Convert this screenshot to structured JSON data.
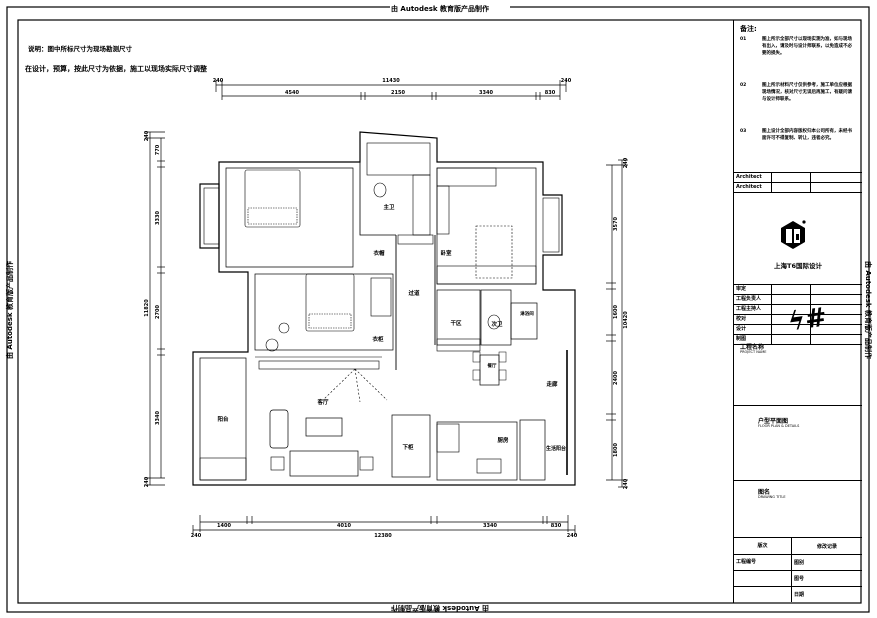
{
  "watermark": "由 Autodesk 教育版产品制作",
  "notes": {
    "line1": "说明：图中所标尺寸为现场勘测尺寸",
    "line2": "在设计，预算，按此尺寸为依据，施工以现场实际尺寸调整"
  },
  "dimensions": {
    "top": {
      "total": "11430",
      "wall_left": "240",
      "wall_right": "240",
      "segments": [
        "4540",
        "2150",
        "3340",
        "830"
      ]
    },
    "bottom": {
      "total": "12380",
      "wall_left": "240",
      "wall_right": "240",
      "segments": [
        "1400",
        "4010",
        "3340",
        "830"
      ]
    },
    "left": {
      "total": "11820",
      "wall_top": "240",
      "wall_bottom": "240",
      "segments": [
        "770",
        "3330",
        "2700",
        "3340"
      ]
    },
    "right": {
      "total": "10420",
      "wall_top": "240",
      "wall_bottom": "240",
      "segments": [
        "3570",
        "1600",
        "2400",
        "1800"
      ]
    }
  },
  "rooms": {
    "master_bath": "主卫",
    "cloakroom_door": "衣帽",
    "corridor": "过道",
    "second_bedroom_door": "卧室",
    "wardrobe_door": "衣柜",
    "dry_area": "干区",
    "second_bath": "次卫",
    "shower": "淋浴间",
    "living_room": "客厅",
    "balcony": "阳台",
    "dining_room": "餐厅",
    "aisle": "走廊",
    "kitchen": "厨房",
    "utility_balcony": "生活阳台",
    "entry_cabinet": "下柜"
  },
  "title_block": {
    "remarks_heading": "备注:",
    "remarks": [
      {
        "num": "01",
        "text": "图上所示全部尺寸以现场实测为准，如与现场有出入，请及时与设计师联系，以免造成不必要的损失。"
      },
      {
        "num": "02",
        "text": "图上所示材料尺寸仅供参考，施工单位应根据现场情况，核对尺寸无误后再施工，有疑问请与设计师联系。"
      },
      {
        "num": "03",
        "text": "图上设计全部内容版权归本公司所有，未经书面许可不得复制、转让，违者必究。"
      }
    ],
    "architect_label": "Architect",
    "architect_label2": "Architect",
    "company": "上海T6国际设计",
    "roles": [
      "审定",
      "工程负责人",
      "工程主持人",
      "校对",
      "设计",
      "制图"
    ],
    "project_name_label": "工程名称",
    "project_name_en": "PROJECT NAME",
    "drawing_content_label": "户型平面图",
    "drawing_content_en": "FLOOR PLAN & DETAILS",
    "drawing_name_label": "图名",
    "drawing_name_en": "DRAWING TITLE",
    "table_head": [
      "版次",
      "修改记录"
    ],
    "table_rows": [
      [
        "工程编号",
        "图别"
      ],
      [
        "",
        "图号"
      ],
      [
        "",
        "日期"
      ]
    ]
  }
}
